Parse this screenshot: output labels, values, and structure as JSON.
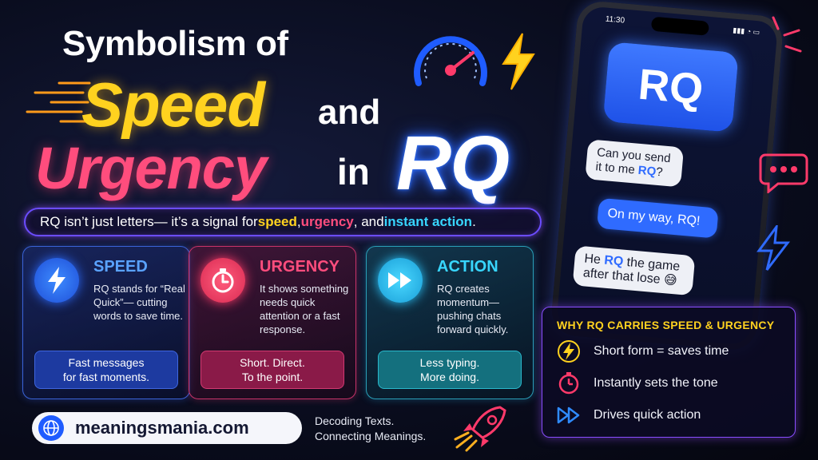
{
  "title": {
    "line1": "Symbolism of",
    "speed": "Speed",
    "and": "and",
    "urgency": "Urgency",
    "in": "in",
    "rq": "RQ"
  },
  "signal": {
    "pre": "RQ isn’t just letters— it’s a signal for ",
    "speed": "speed",
    "comma": ", ",
    "urgency": "urgency",
    "and": ", and ",
    "instant": "instant action",
    "post": "."
  },
  "cards": [
    {
      "head": "SPEED",
      "body": "RQ stands for “Real Quick”— cutting words to save time.",
      "pill_1": "Fast messages",
      "pill_2": "for fast moments.",
      "icon": "lightning-icon",
      "color": "#3d8bff"
    },
    {
      "head": "URGENCY",
      "body": "It shows something needs quick attention or a fast response.",
      "pill_1": "Short. Direct.",
      "pill_2": "To the point.",
      "icon": "stopwatch-icon",
      "color": "#ff4d7d"
    },
    {
      "head": "ACTION",
      "body": "RQ creates momentum— pushing chats forward quickly.",
      "pill_1": "Less typing.",
      "pill_2": "More doing.",
      "icon": "fast-forward-icon",
      "color": "#38d6ff"
    }
  ],
  "site": {
    "url": "meaningsmania.com",
    "icon": "globe-icon"
  },
  "tagline": {
    "line1": "Decoding Texts.",
    "line2": "Connecting Meanings."
  },
  "phone": {
    "time": "11:30",
    "rq": "RQ",
    "msg1_pre": "Can you send it to me ",
    "msg1_rq": "RQ",
    "msg1_post": "?",
    "msg2": "On my way, RQ!",
    "msg3_pre": "He ",
    "msg3_rq": "RQ",
    "msg3_post": " the game after that lose 😅"
  },
  "why": {
    "title": "WHY RQ CARRIES SPEED & URGENCY",
    "items": [
      {
        "text": "Short form = saves time",
        "icon": "lightning-icon"
      },
      {
        "text": "Instantly sets the tone",
        "icon": "stopwatch-icon"
      },
      {
        "text": "Drives quick action",
        "icon": "fast-forward-icon"
      }
    ]
  },
  "colors": {
    "yellow": "#ffd21f",
    "pink": "#ff4d7d",
    "blue": "#2f6bff",
    "cyan": "#38d6ff",
    "purple": "#8a4dff"
  }
}
